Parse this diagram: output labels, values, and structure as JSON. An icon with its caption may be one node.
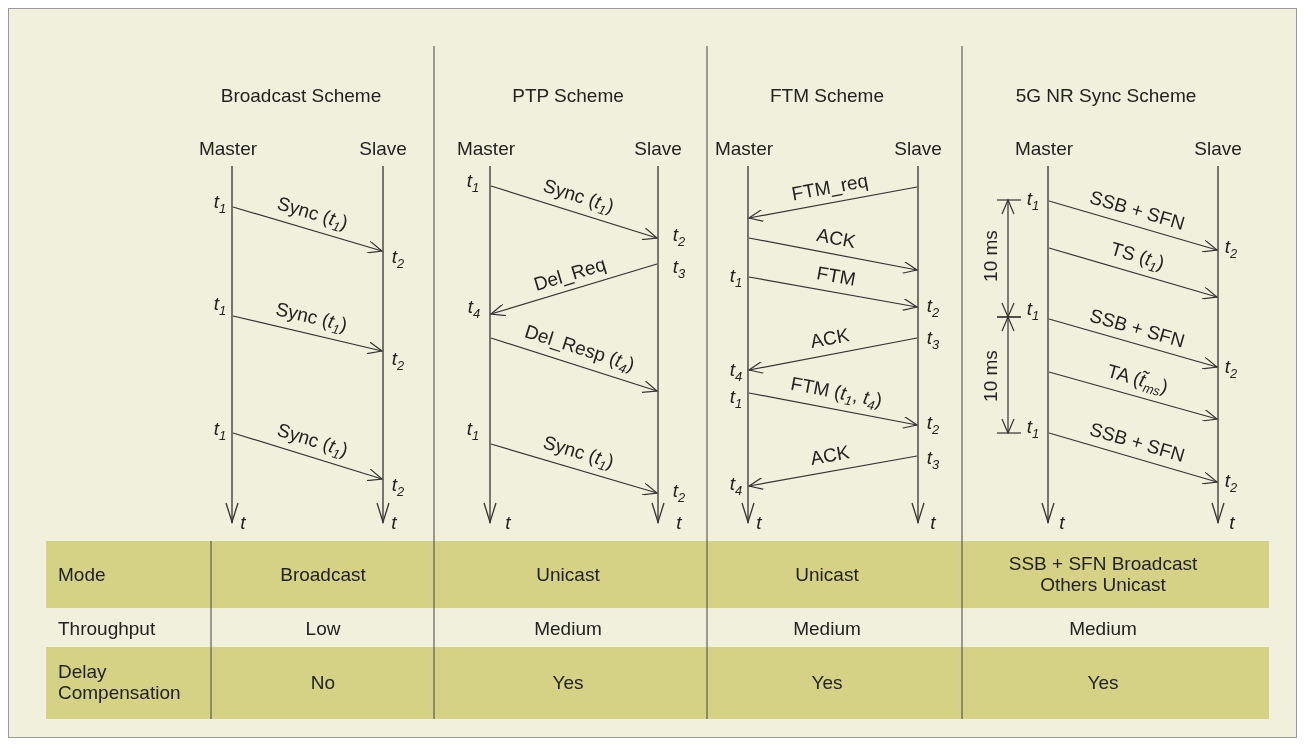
{
  "diagram": {
    "nodes": [
      {
        "text": [],
        "shape": "bar",
        "beside": [
          "Master"
        ]
      },
      {
        "text": [],
        "shape": "bar",
        "beside": [
          "Slave"
        ]
      },
      {
        "text": [],
        "shape": "bar",
        "beside": [
          "Master"
        ]
      },
      {
        "text": [],
        "shape": "bar",
        "beside": [
          "Slave"
        ]
      },
      {
        "text": [],
        "shape": "bar",
        "beside": [
          "Master"
        ]
      },
      {
        "text": [],
        "shape": "bar",
        "beside": [
          "Slave"
        ]
      },
      {
        "text": [],
        "shape": "bar",
        "beside": [
          "Master"
        ]
      },
      {
        "text": [],
        "shape": "bar",
        "beside": [
          "Slave"
        ]
      }
    ],
    "edges": [
      {
        "from": 0,
        "to": 1,
        "arrow": "to",
        "label": "Sync (*t*$_{1}$)"
      },
      {
        "from": 0,
        "to": 1,
        "arrow": "to",
        "label": "Sync (*t*$_{1}$)"
      },
      {
        "from": 0,
        "to": 1,
        "arrow": "to",
        "label": "Sync (*t*$_{1}$)"
      },
      {
        "from": 2,
        "to": 3,
        "arrow": "to",
        "label": "Sync (*t*$_{1}$)"
      },
      {
        "from": 3,
        "to": 2,
        "arrow": "to",
        "label": "Del_Req"
      },
      {
        "from": 2,
        "to": 3,
        "arrow": "to",
        "label": "Del_Resp (*t*$_{4}$)"
      },
      {
        "from": 2,
        "to": 3,
        "arrow": "to",
        "label": "Sync (*t*$_{1}$)"
      },
      {
        "from": 5,
        "to": 4,
        "arrow": "to",
        "label": "FTM_req"
      },
      {
        "from": 4,
        "to": 5,
        "arrow": "to",
        "label": "ACK"
      },
      {
        "from": 4,
        "to": 5,
        "arrow": "to",
        "label": "FTM"
      },
      {
        "from": 5,
        "to": 4,
        "arrow": "to",
        "label": "ACK"
      },
      {
        "from": 4,
        "to": 5,
        "arrow": "to",
        "label": "FTM (*t*$_{1}$, *t*$_{4}$)"
      },
      {
        "from": 5,
        "to": 4,
        "arrow": "to",
        "label": "ACK"
      },
      {
        "from": 6,
        "to": 7,
        "arrow": "to",
        "label": "SSB + SFN"
      },
      {
        "from": 6,
        "to": 7,
        "arrow": "to",
        "label": "TS (*t*$_{1}$)"
      },
      {
        "from": 6,
        "to": 7,
        "arrow": "to",
        "label": "SSB + SFN"
      },
      {
        "from": 6,
        "to": 7,
        "arrow": "to",
        "label": "TA (*t̃*$_{ms}$)"
      },
      {
        "from": 6,
        "to": 7,
        "arrow": "to",
        "label": "SSB + SFN"
      }
    ],
    "labels": [
      "Broadcast Scheme",
      "PTP Scheme",
      "FTM Scheme",
      "5G NR Sync Scheme",
      "*t*$_{1}$",
      "*t*$_{2}$",
      "*t*$_{1}$",
      "*t*$_{2}$",
      "*t*$_{1}$",
      "*t*$_{2}$",
      "t",
      "t",
      "*t*$_{1}$",
      "*t*$_{2}$",
      "*t*$_{3}$",
      "*t*$_{4}$",
      "*t*$_{1}$",
      "*t*$_{2}$",
      "t",
      "t",
      "*t*$_{1}$",
      "*t*$_{2}$",
      "*t*$_{3}$",
      "*t*$_{4}$",
      "*t*$_{1}$",
      "*t*$_{2}$",
      "*t*$_{3}$",
      "*t*$_{4}$",
      "t",
      "t",
      "*t*$_{1}$",
      "*t*$_{2}$",
      "*t*$_{1}$",
      "*t*$_{2}$",
      "*t*$_{1}$",
      "*t*$_{2}$",
      "t",
      "t",
      "10 ms",
      "10 ms",
      "Mode",
      "Broadcast",
      "Unicast",
      "Unicast",
      "SSB + SFN Broadcast Others Unicast",
      "Throughput",
      "Low",
      "Medium",
      "Medium",
      "Medium",
      "Delay Compensation",
      "No",
      "Yes",
      "Yes",
      "Yes"
    ]
  }
}
